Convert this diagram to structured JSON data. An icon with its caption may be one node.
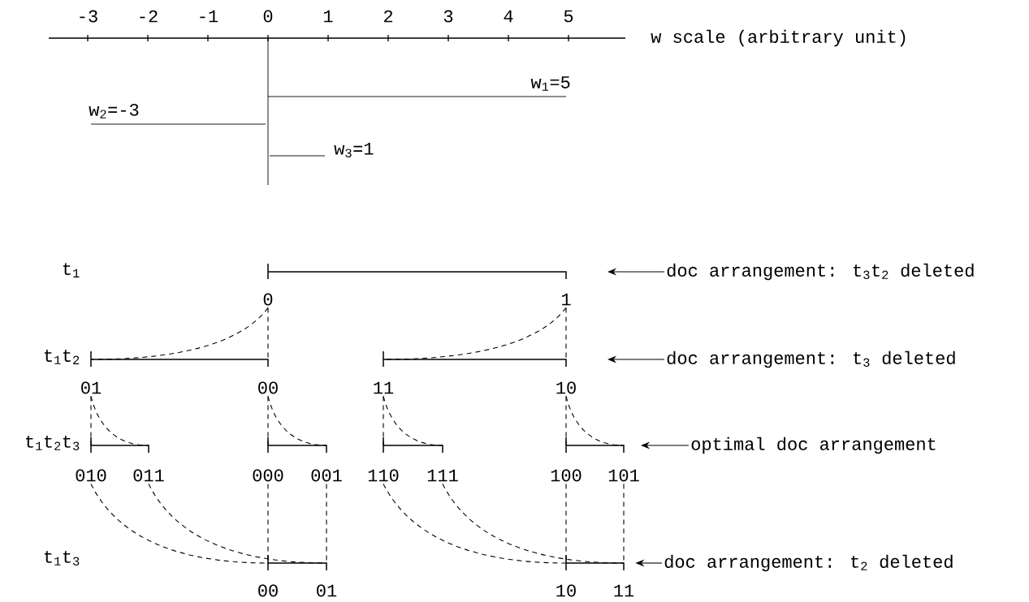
{
  "diagram": {
    "nodes": [
      {
        "text": [
          "0"
        ]
      },
      {
        "text": [
          "1"
        ]
      },
      {
        "text": [
          "doc arrangement: t$_{3}$t$_{2}$ deleted"
        ]
      },
      {
        "text": [
          "01"
        ]
      },
      {
        "text": [
          "00"
        ]
      },
      {
        "text": [
          "11"
        ]
      },
      {
        "text": [
          "10"
        ]
      },
      {
        "text": [
          "doc arrangement: t$_{3}$ deleted"
        ]
      },
      {
        "text": [
          "010"
        ]
      },
      {
        "text": [
          "011"
        ]
      },
      {
        "text": [
          "000"
        ]
      },
      {
        "text": [
          "001"
        ]
      },
      {
        "text": [
          "110"
        ]
      },
      {
        "text": [
          "111"
        ]
      },
      {
        "text": [
          "100"
        ]
      },
      {
        "text": [
          "101"
        ]
      },
      {
        "text": [
          "optimal doc arrangement"
        ]
      },
      {
        "text": [
          "00"
        ]
      },
      {
        "text": [
          "01"
        ]
      },
      {
        "text": [
          "10"
        ]
      },
      {
        "text": [
          "11"
        ]
      },
      {
        "text": [
          "doc arrangement: t$_{2}$ deleted"
        ]
      }
    ],
    "edges": [
      {
        "from": 0,
        "to": 3,
        "arrow": "none",
        "style": "dashed"
      },
      {
        "from": 0,
        "to": 4,
        "arrow": "none",
        "style": "dashed"
      },
      {
        "from": 1,
        "to": 5,
        "arrow": "none",
        "style": "dashed"
      },
      {
        "from": 1,
        "to": 6,
        "arrow": "none",
        "style": "dashed"
      },
      {
        "from": 3,
        "to": 8,
        "arrow": "none",
        "style": "dashed"
      },
      {
        "from": 3,
        "to": 9,
        "arrow": "none",
        "style": "dashed"
      },
      {
        "from": 4,
        "to": 10,
        "arrow": "none",
        "style": "dashed"
      },
      {
        "from": 4,
        "to": 11,
        "arrow": "none",
        "style": "dashed"
      },
      {
        "from": 5,
        "to": 12,
        "arrow": "none",
        "style": "dashed"
      },
      {
        "from": 5,
        "to": 13,
        "arrow": "none",
        "style": "dashed"
      },
      {
        "from": 6,
        "to": 14,
        "arrow": "none",
        "style": "dashed"
      },
      {
        "from": 6,
        "to": 15,
        "arrow": "none",
        "style": "dashed"
      },
      {
        "from": 8,
        "to": 17,
        "arrow": "none",
        "style": "dashed"
      },
      {
        "from": 9,
        "to": 18,
        "arrow": "none",
        "style": "dashed"
      },
      {
        "from": 10,
        "to": 17,
        "arrow": "none",
        "style": "dashed"
      },
      {
        "from": 11,
        "to": 18,
        "arrow": "none",
        "style": "dashed"
      },
      {
        "from": 12,
        "to": 19,
        "arrow": "none",
        "style": "dashed"
      },
      {
        "from": 13,
        "to": 20,
        "arrow": "none",
        "style": "dashed"
      },
      {
        "from": 14,
        "to": 19,
        "arrow": "none",
        "style": "dashed"
      },
      {
        "from": 15,
        "to": 20,
        "arrow": "none",
        "style": "dashed"
      },
      {
        "from": 2,
        "to": null,
        "arrow": "to"
      },
      {
        "from": 7,
        "to": null,
        "arrow": "to"
      },
      {
        "from": 16,
        "to": 15,
        "arrow": "to"
      },
      {
        "from": 21,
        "to": 20,
        "arrow": "to"
      },
      {
        "from": 0,
        "to": 1,
        "arrow": "none"
      },
      {
        "from": 3,
        "to": 4,
        "arrow": "none"
      },
      {
        "from": 5,
        "to": 6,
        "arrow": "none"
      },
      {
        "from": 8,
        "to": 9,
        "arrow": "none"
      },
      {
        "from": 10,
        "to": 11,
        "arrow": "none"
      },
      {
        "from": 12,
        "to": 13,
        "arrow": "none"
      },
      {
        "from": 14,
        "to": 15,
        "arrow": "none"
      },
      {
        "from": 17,
        "to": 18,
        "arrow": "none"
      },
      {
        "from": 19,
        "to": 20,
        "arrow": "none"
      }
    ],
    "labels": [
      "-3",
      "-2",
      "-1",
      "0",
      "1",
      "2",
      "3",
      "4",
      "5",
      "w scale (arbitrary unit)",
      "w$_{1}$=5",
      "w$_{2}$=-3",
      "w$_{3}$=1",
      "t$_{1}$",
      "t$_{1}$t$_{2}$",
      "t$_{1}$t$_{2}$t$_{3}$",
      "t$_{1}$t$_{3}$"
    ]
  }
}
